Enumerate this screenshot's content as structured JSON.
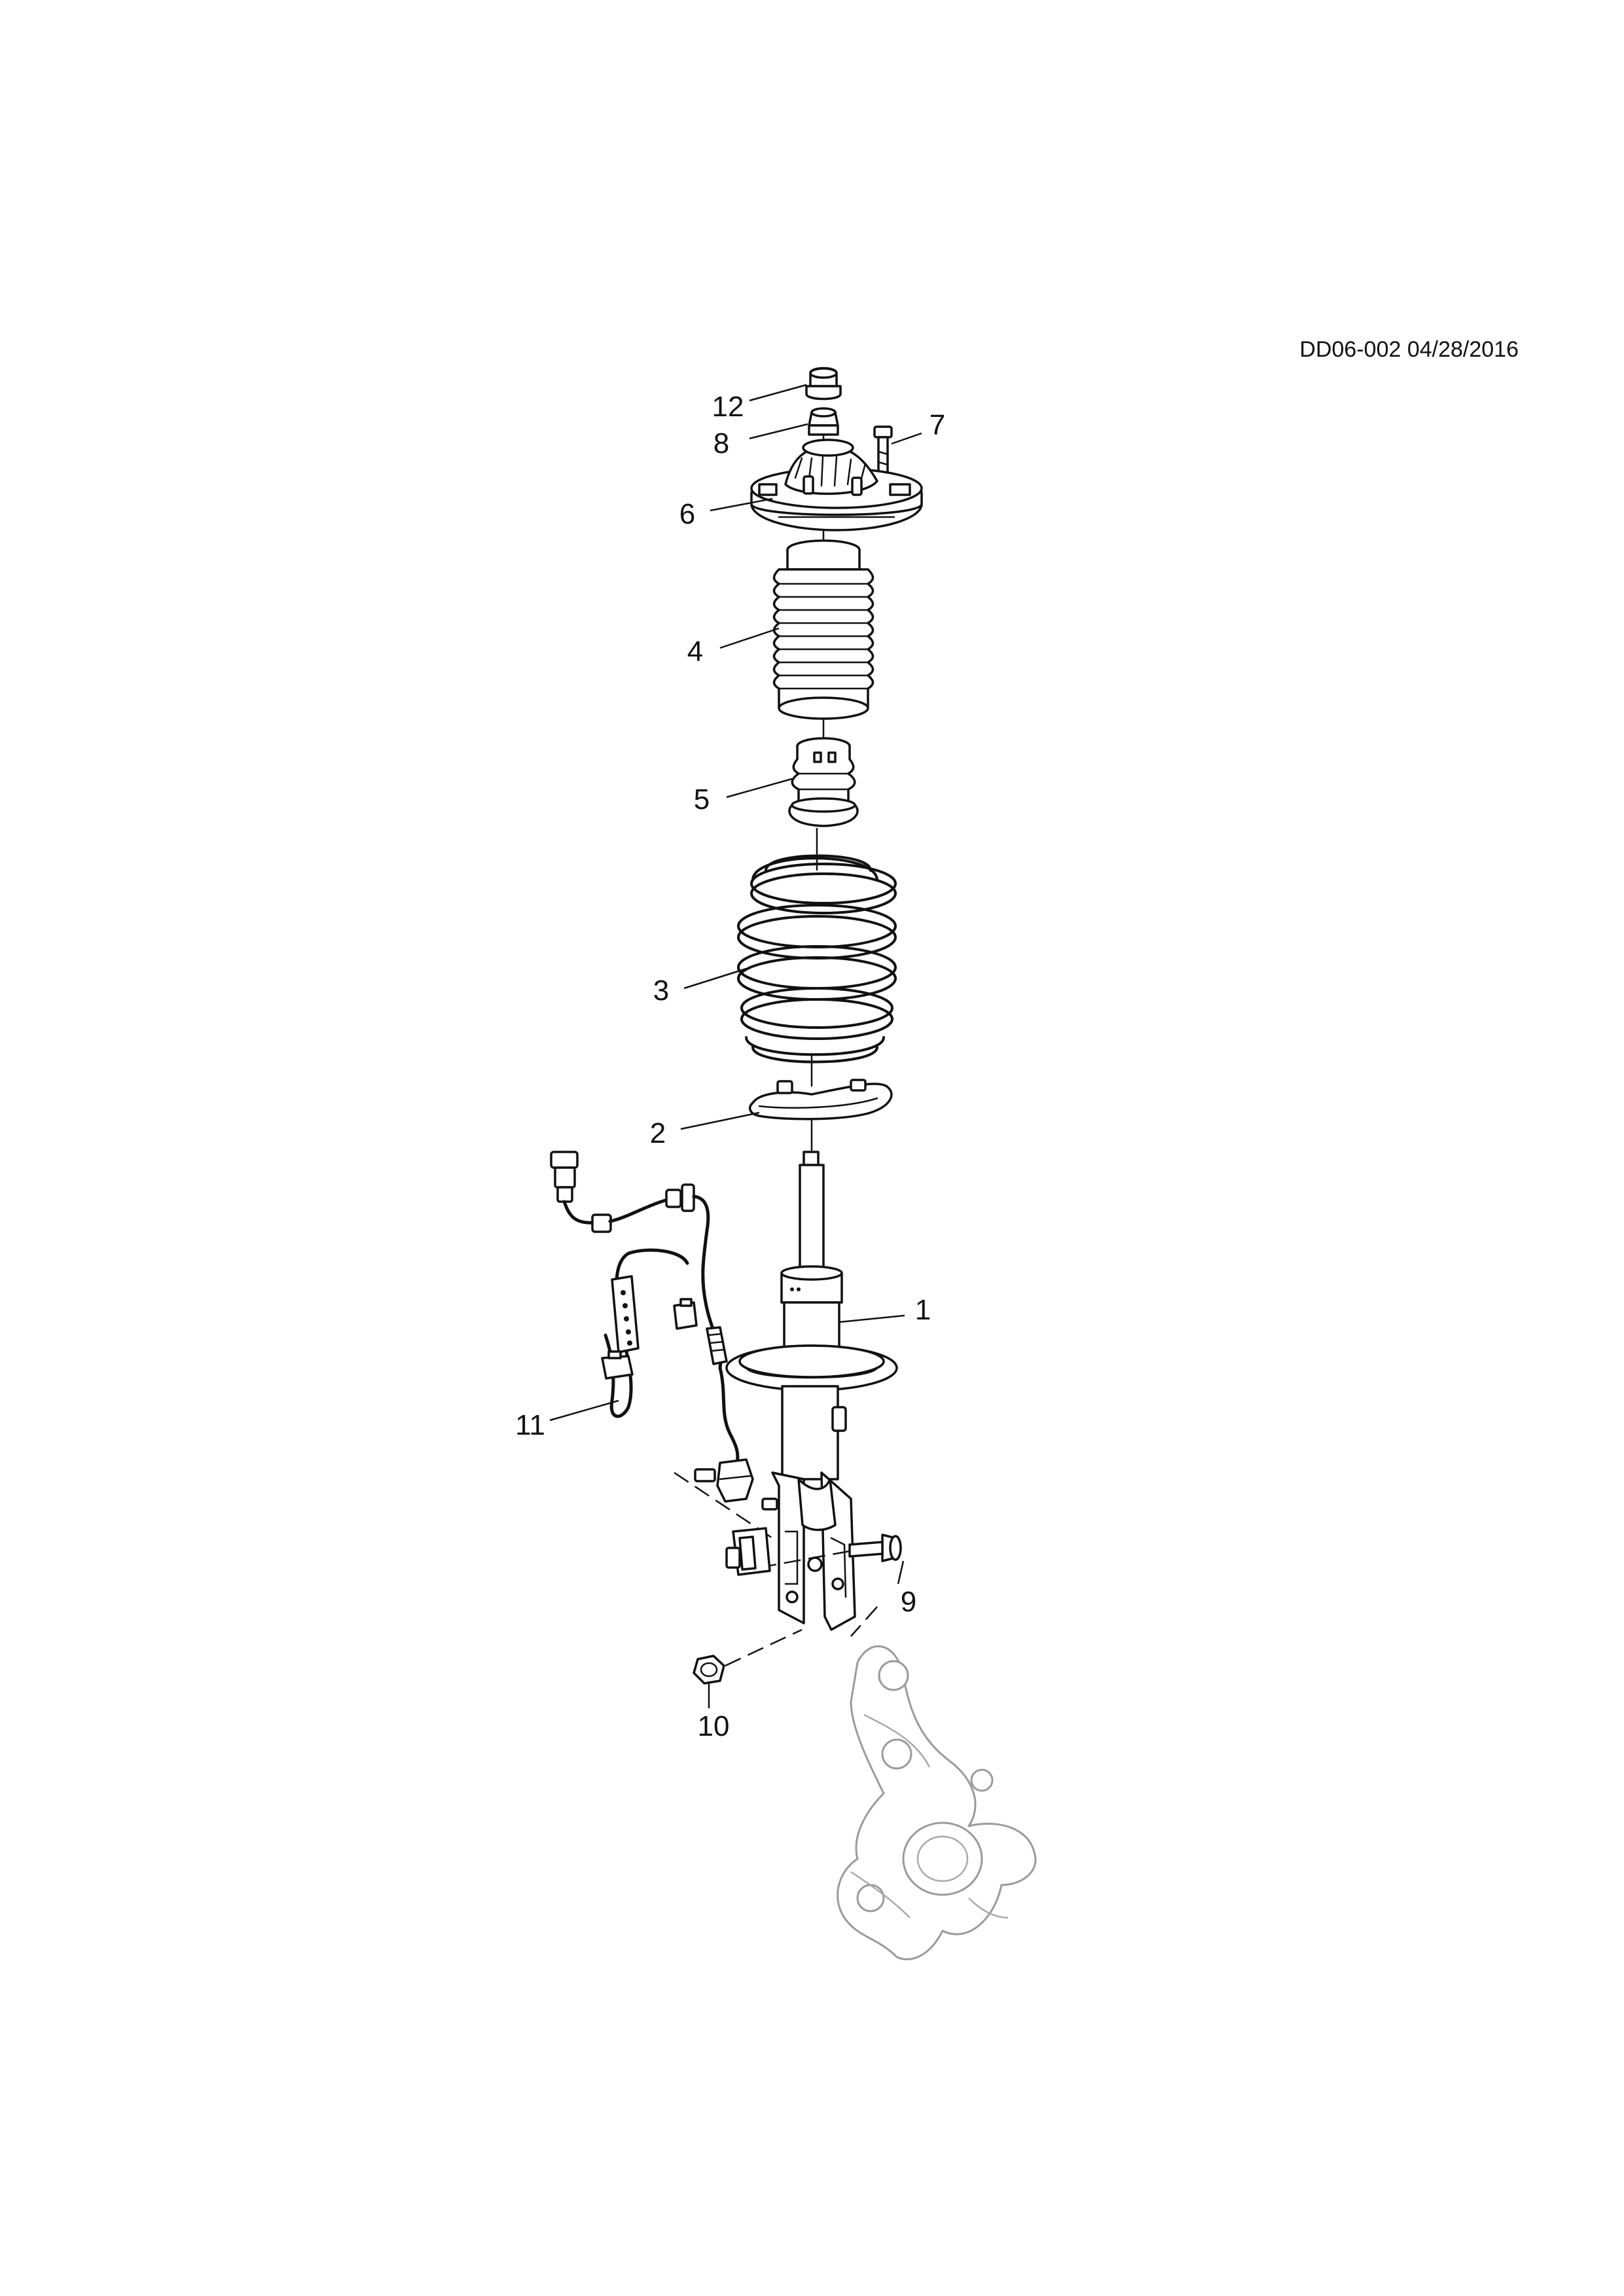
{
  "drawing_ref": "DD06-002 04/28/2016",
  "callouts": [
    {
      "id": "1",
      "label": "1"
    },
    {
      "id": "2",
      "label": "2"
    },
    {
      "id": "3",
      "label": "3"
    },
    {
      "id": "4",
      "label": "4"
    },
    {
      "id": "5",
      "label": "5"
    },
    {
      "id": "6",
      "label": "6"
    },
    {
      "id": "7",
      "label": "7"
    },
    {
      "id": "8",
      "label": "8"
    },
    {
      "id": "9",
      "label": "9"
    },
    {
      "id": "10",
      "label": "10"
    },
    {
      "id": "11",
      "label": "11"
    },
    {
      "id": "12",
      "label": "12"
    }
  ]
}
